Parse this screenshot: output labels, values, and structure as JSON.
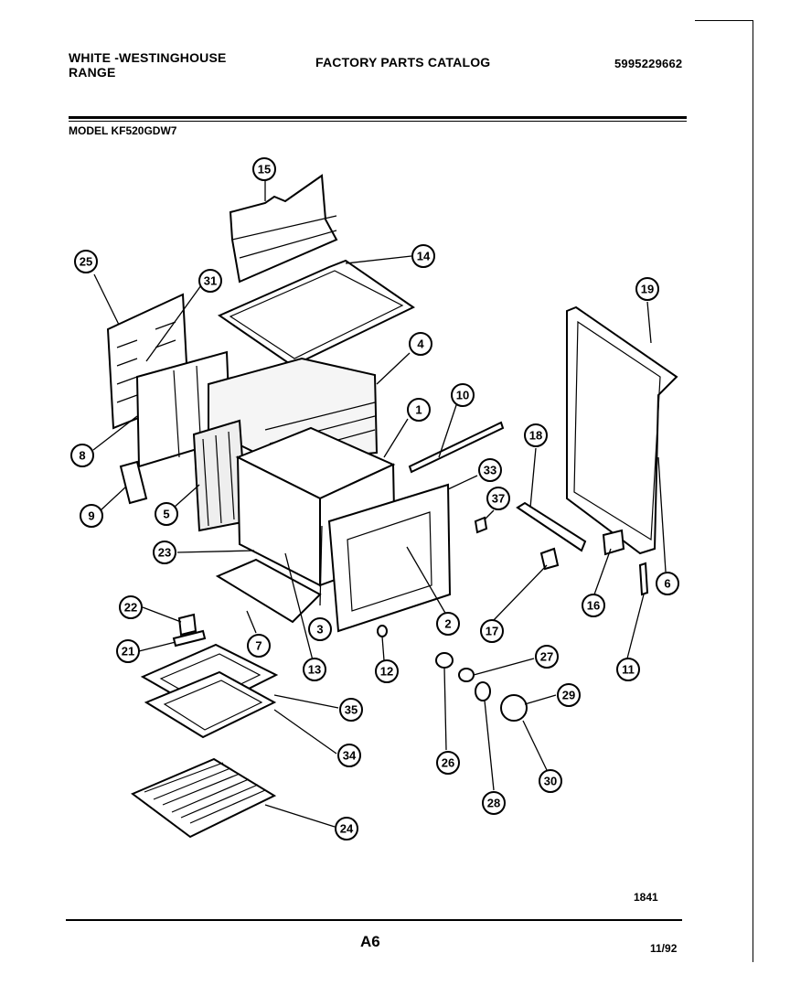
{
  "header": {
    "brand_line1": "WHITE -WESTINGHOUSE",
    "brand_line2": "RANGE",
    "catalog_title": "FACTORY PARTS CATALOG",
    "catalog_number": "5995229662"
  },
  "model": "MODEL KF520GDW7",
  "footer": {
    "code": "1841",
    "page": "A6",
    "date": "11/92"
  },
  "callouts": [
    "15",
    "14",
    "25",
    "31",
    "4",
    "1",
    "10",
    "19",
    "8",
    "9",
    "5",
    "33",
    "18",
    "37",
    "23",
    "3",
    "2",
    "17",
    "16",
    "6",
    "22",
    "21",
    "7",
    "13",
    "12",
    "11",
    "27",
    "29",
    "35",
    "34",
    "26",
    "28",
    "30",
    "24"
  ]
}
